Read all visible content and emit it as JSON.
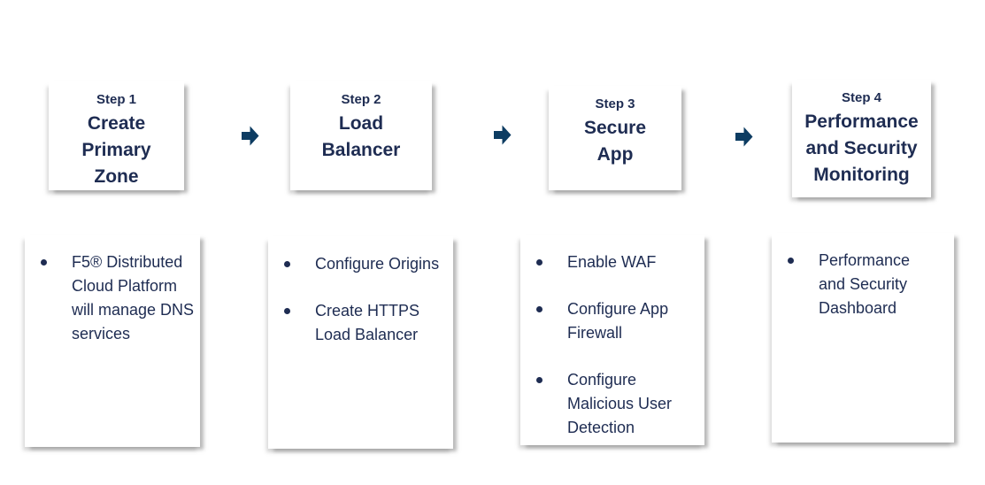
{
  "palette": {
    "text_navy": "#1e2c52",
    "arrow_navy": "#0d3c62",
    "box_background": "#ffffff",
    "page_background": "#ffffff"
  },
  "steps": [
    {
      "label": "Step 1",
      "title": "Create Primary Zone",
      "bullets": [
        "F5® Distributed Cloud Platform will manage DNS services"
      ]
    },
    {
      "label": "Step 2",
      "title": "Load Balancer",
      "bullets": [
        "Configure Origins",
        "Create HTTPS Load Balancer"
      ]
    },
    {
      "label": "Step 3",
      "title": "Secure App",
      "bullets": [
        "Enable WAF",
        "Configure App Firewall",
        "Configure Malicious User Detection"
      ]
    },
    {
      "label": "Step 4",
      "title": "Performance and Security Monitoring",
      "bullets": [
        "Performance and Security Dashboard"
      ]
    }
  ],
  "arrows": {
    "icon": "right-block-arrow",
    "count": 3
  }
}
